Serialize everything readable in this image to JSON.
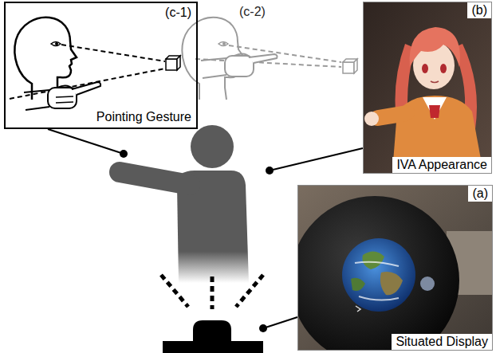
{
  "diagram": {
    "nodes": [
      {
        "text": [
          "(c-1)",
          "Pointing Gesture"
        ]
      },
      {
        "text": [
          "(b)",
          "IVA Appearance"
        ]
      },
      {
        "text": [
          "(a)",
          "Situated Display"
        ]
      }
    ],
    "labels": [
      "(c-2)"
    ]
  }
}
